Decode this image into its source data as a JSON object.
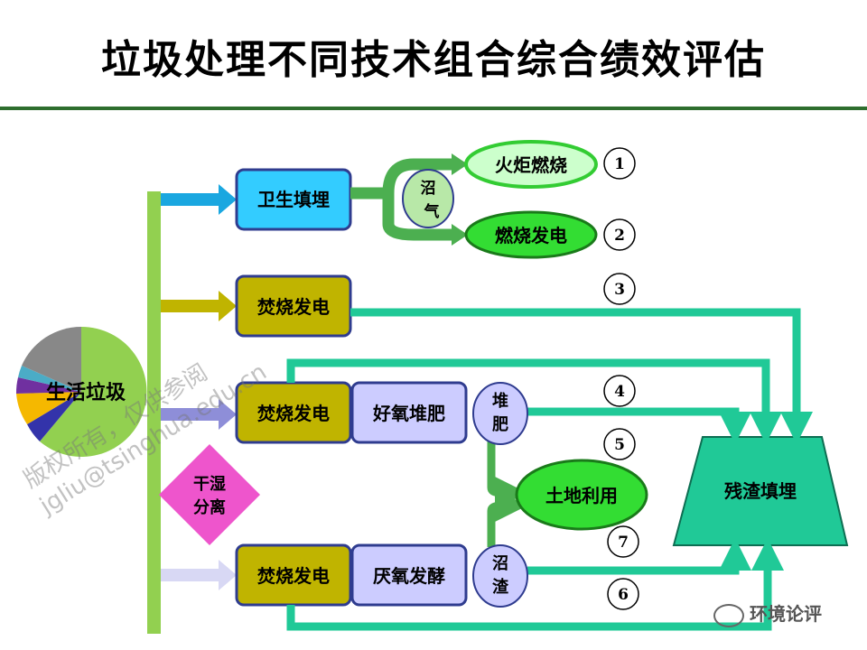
{
  "title": "垃圾处理不同技术组合综合绩效评估",
  "source": "生活垃圾",
  "separation": [
    "干湿",
    "分离"
  ],
  "landfill": "卫生填埋",
  "biogas": [
    "沼",
    "气"
  ],
  "torch": "火炬燃烧",
  "gas_power": "燃烧发电",
  "incineration_1": "焚烧发电",
  "incineration_2": "焚烧发电",
  "incineration_3": "焚烧发电",
  "aerobic": "好氧堆肥",
  "anaerobic": "厌氧发酵",
  "compost": [
    "堆",
    "肥"
  ],
  "digestate": [
    "沼",
    "渣"
  ],
  "land_use": "土地利用",
  "residue_landfill": "残渣填埋",
  "numbers": [
    "1",
    "2",
    "3",
    "4",
    "5",
    "6",
    "7"
  ],
  "watermark": [
    "版权所有，仅供参阅",
    "jgliu@tsinghua.edu.cn"
  ],
  "brand": "环境论评",
  "colors": {
    "title_rule": "#2e6e2e",
    "trunk": "#92d050",
    "landfill_box": "#33ccff",
    "incinerator_box": "#c0b400",
    "bio_box": "#ccccff",
    "box_border": "#2f3c8f",
    "flow_teal": "#20c997",
    "flow_green": "#4caf50",
    "land_use": "#33dd33",
    "separation": "#ee55cc"
  }
}
